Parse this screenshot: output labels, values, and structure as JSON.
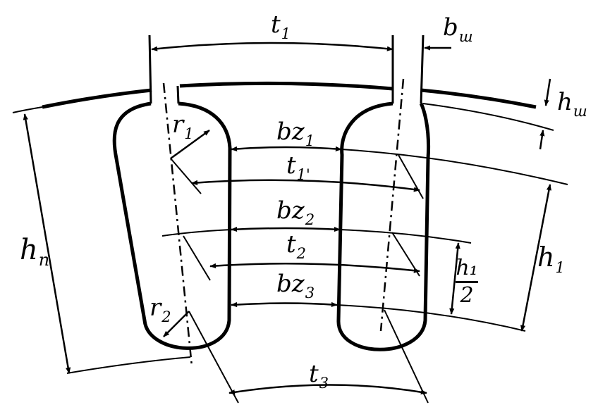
{
  "labels": {
    "t1": {
      "main": "t",
      "sub": "1"
    },
    "bsh": {
      "main": "b",
      "sub": "ш"
    },
    "hsh": {
      "main": "h",
      "sub": "ш"
    },
    "r1": {
      "main": "r",
      "sub": "1"
    },
    "bz1": {
      "main": "bz",
      "sub": "1"
    },
    "t1p": {
      "main": "t",
      "sub": "1'"
    },
    "bz2": {
      "main": "bz",
      "sub": "2"
    },
    "t2": {
      "main": "t",
      "sub": "2"
    },
    "bz3": {
      "main": "bz",
      "sub": "3"
    },
    "hp": {
      "main": "h",
      "sub": "п"
    },
    "r2": {
      "main": "r",
      "sub": "2"
    },
    "t3": {
      "main": "t",
      "sub": "3"
    },
    "h1": {
      "main": "h",
      "sub": "1"
    },
    "h1half": {
      "num": "h₁",
      "den": "2"
    }
  },
  "colors": {
    "ink": "#000000",
    "background": "#ffffff"
  }
}
